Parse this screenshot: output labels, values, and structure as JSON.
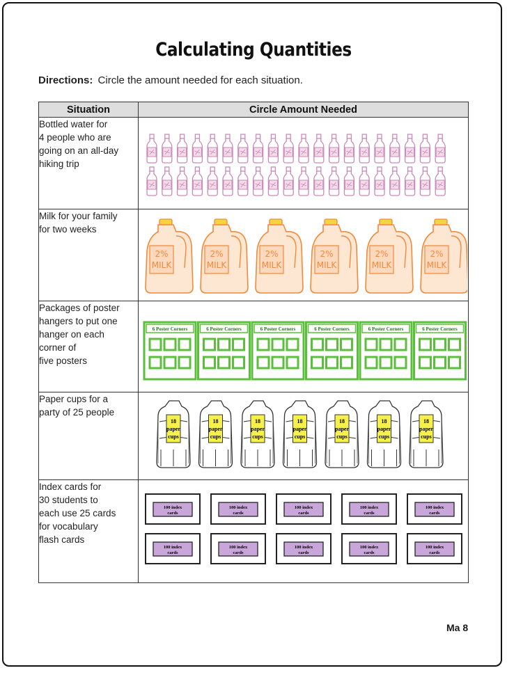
{
  "title": "Calculating Quantities",
  "directions": {
    "label": "Directions:",
    "text": "Circle the amount needed for each situation."
  },
  "table": {
    "headers": [
      "Situation",
      "Circle Amount Needed"
    ],
    "rows": [
      {
        "situation": [
          "Bottled water for",
          "4 people who are",
          "going on an all-day",
          "hiking trip"
        ],
        "item": "water-bottle",
        "count": 40
      },
      {
        "situation": [
          "Milk for your family",
          "for two weeks"
        ],
        "item": "milk-jug",
        "count": 6,
        "label_line1": "2%",
        "label_line2": "MILK"
      },
      {
        "situation": [
          "Packages of poster",
          "hangers to put one",
          "hanger on each",
          "corner of",
          "five posters"
        ],
        "item": "poster-corner-pack",
        "count": 6,
        "label": "6 Poster Corners"
      },
      {
        "situation": [
          "Paper cups for a",
          "party of 25 people"
        ],
        "item": "paper-cup-pack",
        "count": 7,
        "label_line1": "18",
        "label_line2": "paper",
        "label_line3": "cups"
      },
      {
        "situation": [
          "Index cards for",
          "30 students to",
          "each use 25 cards",
          "for vocabulary",
          "flash cards"
        ],
        "item": "index-card-pack",
        "count": 10,
        "label_line1": "100 index",
        "label_line2": "cards"
      }
    ]
  },
  "colors": {
    "bottle": "#c98ab8",
    "bottle_fill": "#f4dbe9",
    "milk_outline": "#f08a3c",
    "milk_fill": "#fde7d3",
    "milk_cap": "#f2d640",
    "poster_green": "#5bbf3c",
    "cup_label": "#f6f04a",
    "index_label": "#c9a6d9"
  },
  "folio": "Ma 8"
}
